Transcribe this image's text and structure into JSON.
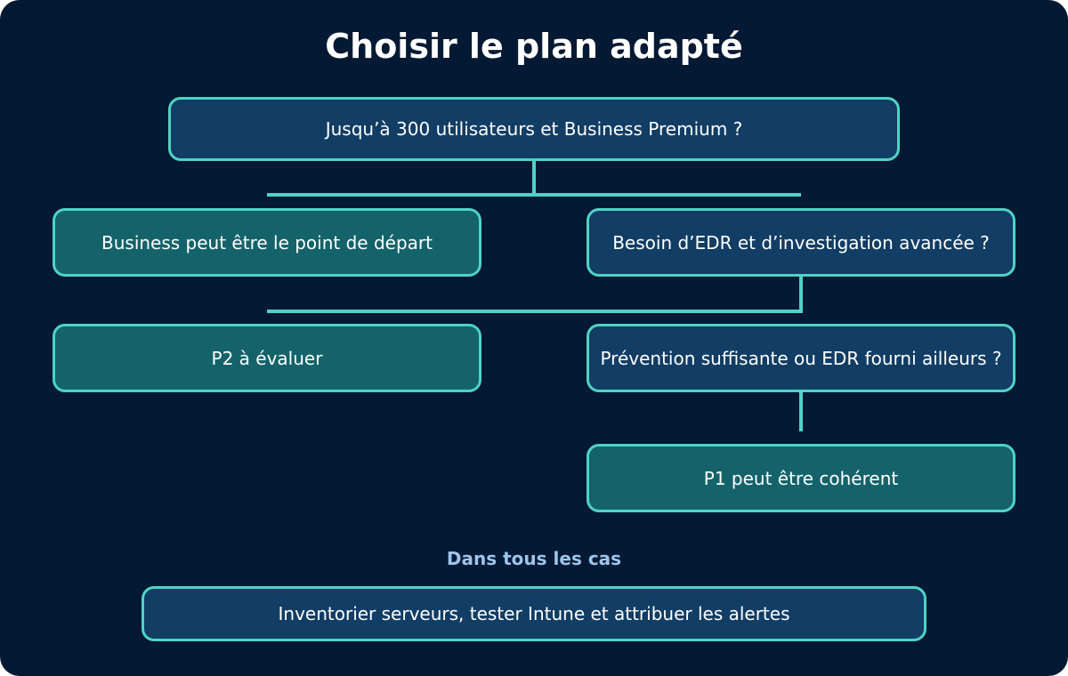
{
  "title": "Choisir le plan adapté",
  "colors": {
    "background": "#041933",
    "question_fill": "#123d64",
    "answer_fill": "#14636a",
    "accent": "#4fd3c4",
    "section_label": "#9ec5ec",
    "text": "#ffffff"
  },
  "nodes": {
    "q1": "Jusqu’à 300 utilisateurs et Business Premium ?",
    "a_business": "Business peut être le point de départ",
    "q2": "Besoin d’EDR et d’investigation avancée ?",
    "a_p2": "P2 à évaluer",
    "q3": "Prévention suffisante ou EDR fourni ailleurs ?",
    "a_p1": "P1 peut être cohérent"
  },
  "footer": {
    "label": "Dans tous les cas",
    "action": "Inventorier serveurs, tester Intune et attribuer les alertes"
  }
}
